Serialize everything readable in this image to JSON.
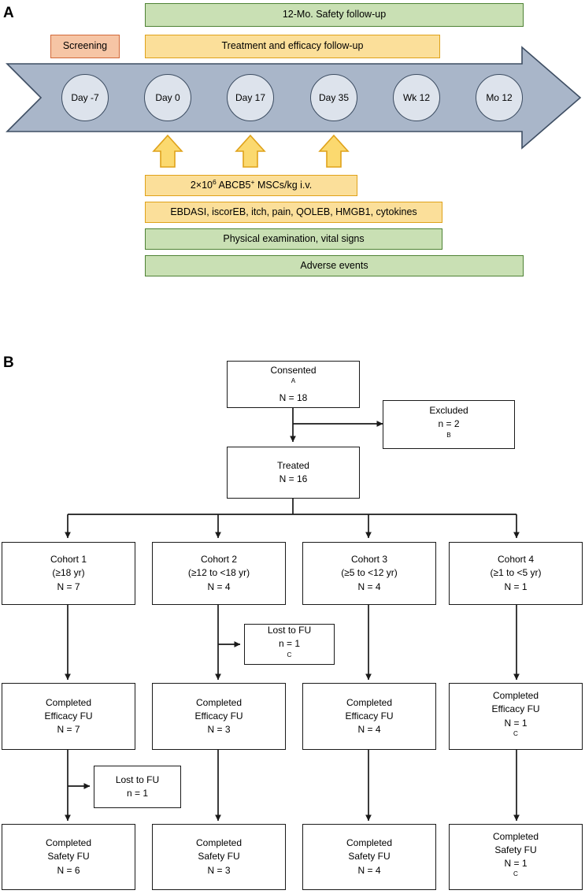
{
  "panels": {
    "a": {
      "letter": "A"
    },
    "b": {
      "letter": "B"
    }
  },
  "timeline": {
    "bars": [
      {
        "id": "safety-followup",
        "label": "12-Mo. Safety follow-up",
        "color": "green"
      },
      {
        "id": "treatment-efficacy-followup",
        "label": "Treatment and efficacy follow-up",
        "color": "yellow"
      },
      {
        "id": "screening",
        "label": "Screening",
        "color": "salmon"
      }
    ],
    "timepoints": [
      {
        "id": "day-minus-7",
        "label": "Day -7"
      },
      {
        "id": "day-0",
        "label": "Day 0"
      },
      {
        "id": "day-17",
        "label": "Day 17"
      },
      {
        "id": "day-35",
        "label": "Day 35"
      },
      {
        "id": "wk-12",
        "label": "Wk 12"
      },
      {
        "id": "mo-12",
        "label": "Mo 12"
      }
    ],
    "dose_arrows": [
      {
        "id": "dose-arrow-day-0",
        "at": "Day 0"
      },
      {
        "id": "dose-arrow-day-17",
        "at": "Day 17"
      },
      {
        "id": "dose-arrow-day-35",
        "at": "Day 35"
      }
    ],
    "assessment_bars": [
      {
        "id": "dose",
        "label_html": "2×10<sup>6</sup> ABCB5<sup>+</sup> MSCs/kg i.v.",
        "color": "yellow"
      },
      {
        "id": "efficacy-assessments",
        "label": "EBDASI, iscorEB, itch, pain, QOLEB, HMGB1, cytokines",
        "color": "yellow"
      },
      {
        "id": "physical-exam",
        "label": "Physical examination, vital signs",
        "color": "green"
      },
      {
        "id": "adverse-events",
        "label": "Adverse events",
        "color": "green"
      }
    ]
  },
  "flowchart": {
    "consented": {
      "title": "Consented",
      "title_sup": "A",
      "count": "N = 18"
    },
    "excluded": {
      "title": "Excluded",
      "count": "n = 2",
      "count_sup": "B"
    },
    "treated": {
      "title": "Treated",
      "count": "N = 16"
    },
    "cohorts": [
      {
        "id": "cohort-1",
        "title": "Cohort 1",
        "age": "(≥18 yr)",
        "count": "N = 7"
      },
      {
        "id": "cohort-2",
        "title": "Cohort 2",
        "age": "(≥12 to <18 yr)",
        "count": "N = 4"
      },
      {
        "id": "cohort-3",
        "title": "Cohort 3",
        "age": "(≥5 to <12 yr)",
        "count": "N = 4"
      },
      {
        "id": "cohort-4",
        "title": "Cohort 4",
        "age": "(≥1 to <5 yr)",
        "count": "N = 1"
      }
    ],
    "efficacy_fu": [
      {
        "id": "efficacy-fu-1",
        "line1": "Completed",
        "line2": "Efficacy FU",
        "count": "N = 7",
        "count_sup": ""
      },
      {
        "id": "efficacy-fu-2",
        "line1": "Completed",
        "line2": "Efficacy FU",
        "count": "N = 3",
        "count_sup": ""
      },
      {
        "id": "efficacy-fu-3",
        "line1": "Completed",
        "line2": "Efficacy FU",
        "count": "N = 4",
        "count_sup": ""
      },
      {
        "id": "efficacy-fu-4",
        "line1": "Completed",
        "line2": "Efficacy FU",
        "count": "N = 1",
        "count_sup": "C"
      }
    ],
    "safety_fu": [
      {
        "id": "safety-fu-1",
        "line1": "Completed",
        "line2": "Safety FU",
        "count": "N = 6",
        "count_sup": ""
      },
      {
        "id": "safety-fu-2",
        "line1": "Completed",
        "line2": "Safety FU",
        "count": "N = 3",
        "count_sup": ""
      },
      {
        "id": "safety-fu-3",
        "line1": "Completed",
        "line2": "Safety FU",
        "count": "N = 4",
        "count_sup": ""
      },
      {
        "id": "safety-fu-4",
        "line1": "Completed",
        "line2": "Safety FU",
        "count": "N = 1",
        "count_sup": "C"
      }
    ],
    "lost_to_fu": [
      {
        "id": "lost-to-fu-cohort-2",
        "title": "Lost to FU",
        "count": "n = 1",
        "count_sup": "C"
      },
      {
        "id": "lost-to-fu-cohort-1",
        "title": "Lost to FU",
        "count": "n = 1",
        "count_sup": ""
      }
    ]
  },
  "colors": {
    "green_fill": "#c9e0b4",
    "green_border": "#4e8234",
    "yellow_fill": "#fbdf9a",
    "yellow_border": "#dfa21a",
    "salmon_fill": "#f6c5a5",
    "salmon_border": "#d2693a",
    "arrow_band_fill": "#a9b6c9",
    "arrow_band_border": "#3e4e63",
    "node_fill": "#dde3ec",
    "box_border": "#1a1a1a"
  }
}
